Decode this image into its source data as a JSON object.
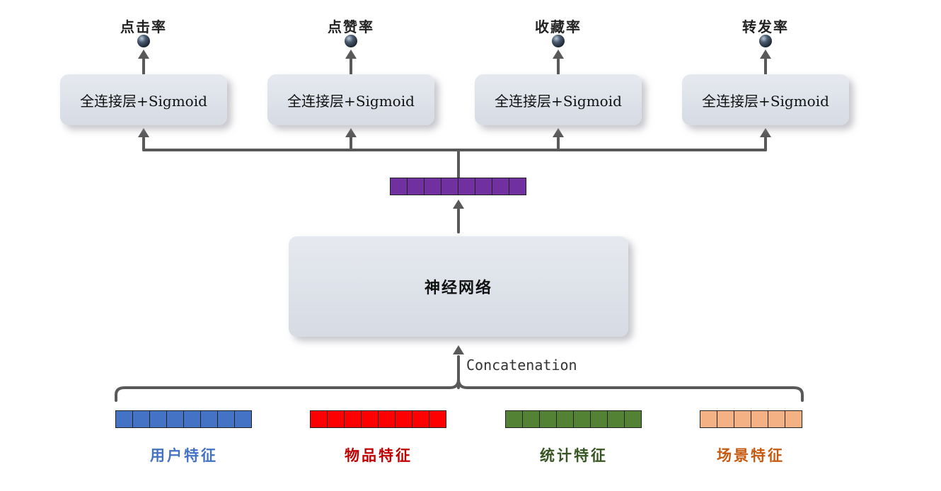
{
  "outputs": [
    {
      "label": "点击率",
      "layer_label": "全连接层+Sigmoid"
    },
    {
      "label": "点赞率",
      "layer_label": "全连接层+Sigmoid"
    },
    {
      "label": "收藏率",
      "layer_label": "全连接层+Sigmoid"
    },
    {
      "label": "转发率",
      "layer_label": "全连接层+Sigmoid"
    }
  ],
  "network": {
    "label": "神经网络",
    "vector_color": "#7030a0"
  },
  "concat_label": "Concatenation",
  "features": [
    {
      "label": "用户特征",
      "color": "#4472c4",
      "text_color": "#4472c4"
    },
    {
      "label": "物品特征",
      "color": "#ff0000",
      "text_color": "#c00000"
    },
    {
      "label": "统计特征",
      "color": "#548235",
      "text_color": "#375623"
    },
    {
      "label": "场景特征",
      "color": "#f4b183",
      "text_color": "#c55a11"
    }
  ],
  "colors": {
    "arrow": "#595959",
    "node": "#3a4a5c"
  }
}
